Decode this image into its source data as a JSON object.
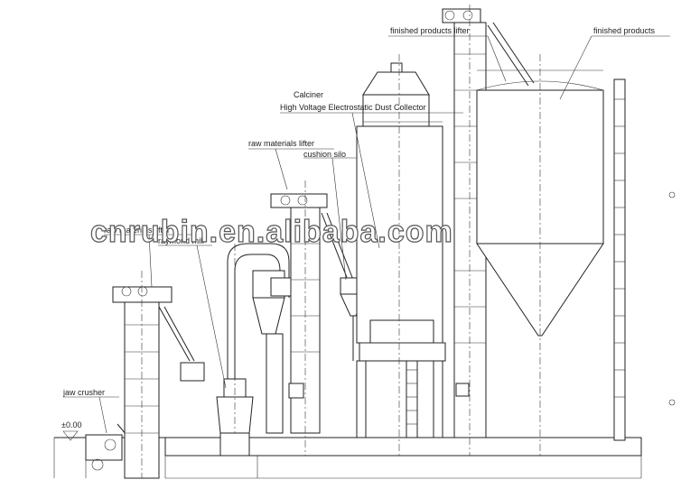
{
  "watermark": "cnrubin.en.alibaba.com",
  "labels": {
    "finished_products_lifter": "finished products lifter",
    "finished_products": "finished products",
    "calciner": "Calciner",
    "dust_collector": "High Voltage Electrostatic Dust Collector",
    "raw_materials_lifter_top": "raw materials lifter",
    "cushion_silo": "cushion silo",
    "raw_materials_lifter_left": "raw materials lifter",
    "raymond_mill": "raymond mill",
    "jaw_crusher": "jaw crusher",
    "level_mark": "±0.00"
  }
}
